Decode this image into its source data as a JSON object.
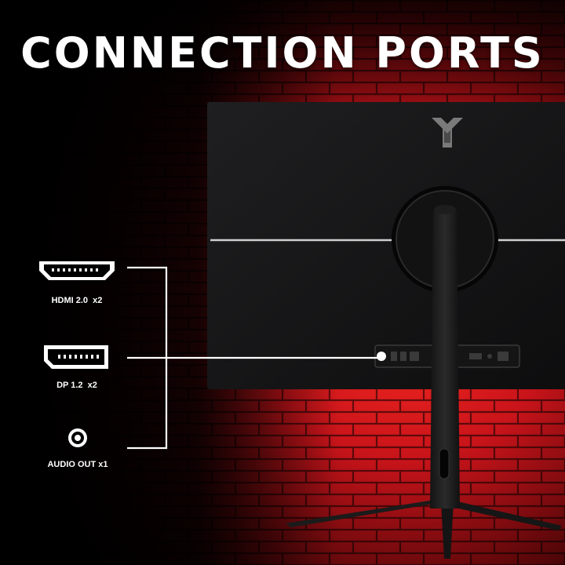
{
  "title": "CONNECTION PORTS",
  "ports": [
    {
      "label": "HDMI 2.0  x2",
      "icon": "hdmi-port-icon"
    },
    {
      "label": "DP 1.2  x2",
      "icon": "displayport-icon"
    },
    {
      "label": "AUDIO OUT x1",
      "icon": "audio-jack-icon"
    }
  ],
  "colors": {
    "accent": "#e0121a",
    "background": "#000000",
    "text": "#ffffff"
  }
}
